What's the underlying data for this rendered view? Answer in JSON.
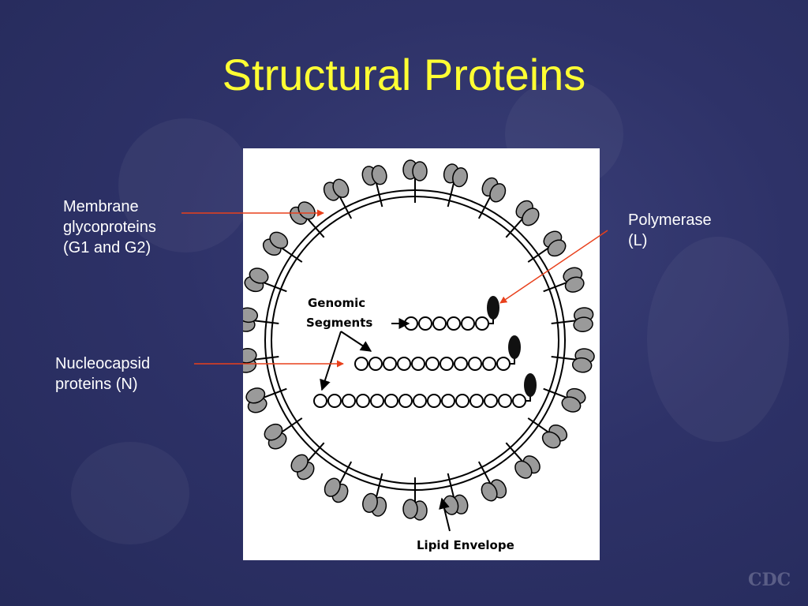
{
  "slide": {
    "title": "Structural Proteins"
  },
  "labels": {
    "membrane": [
      "Membrane",
      "glycoproteins",
      "(G1 and G2)"
    ],
    "nucleocapsid": [
      "Nucleocapsid",
      "proteins (N)"
    ],
    "polymerase": [
      "Polymerase",
      "(L)"
    ]
  },
  "diagram": {
    "genomic_segments": [
      "Genomic",
      "Segments"
    ],
    "lipid_envelope": "Lipid Envelope",
    "segment_bead_counts": [
      6,
      11,
      15
    ]
  },
  "watermark": "CDC",
  "colors": {
    "title": "#ffff33",
    "label_text": "#ffffff",
    "pointer_line": "#e8401c",
    "spike_fill": "#9a9a9a"
  }
}
